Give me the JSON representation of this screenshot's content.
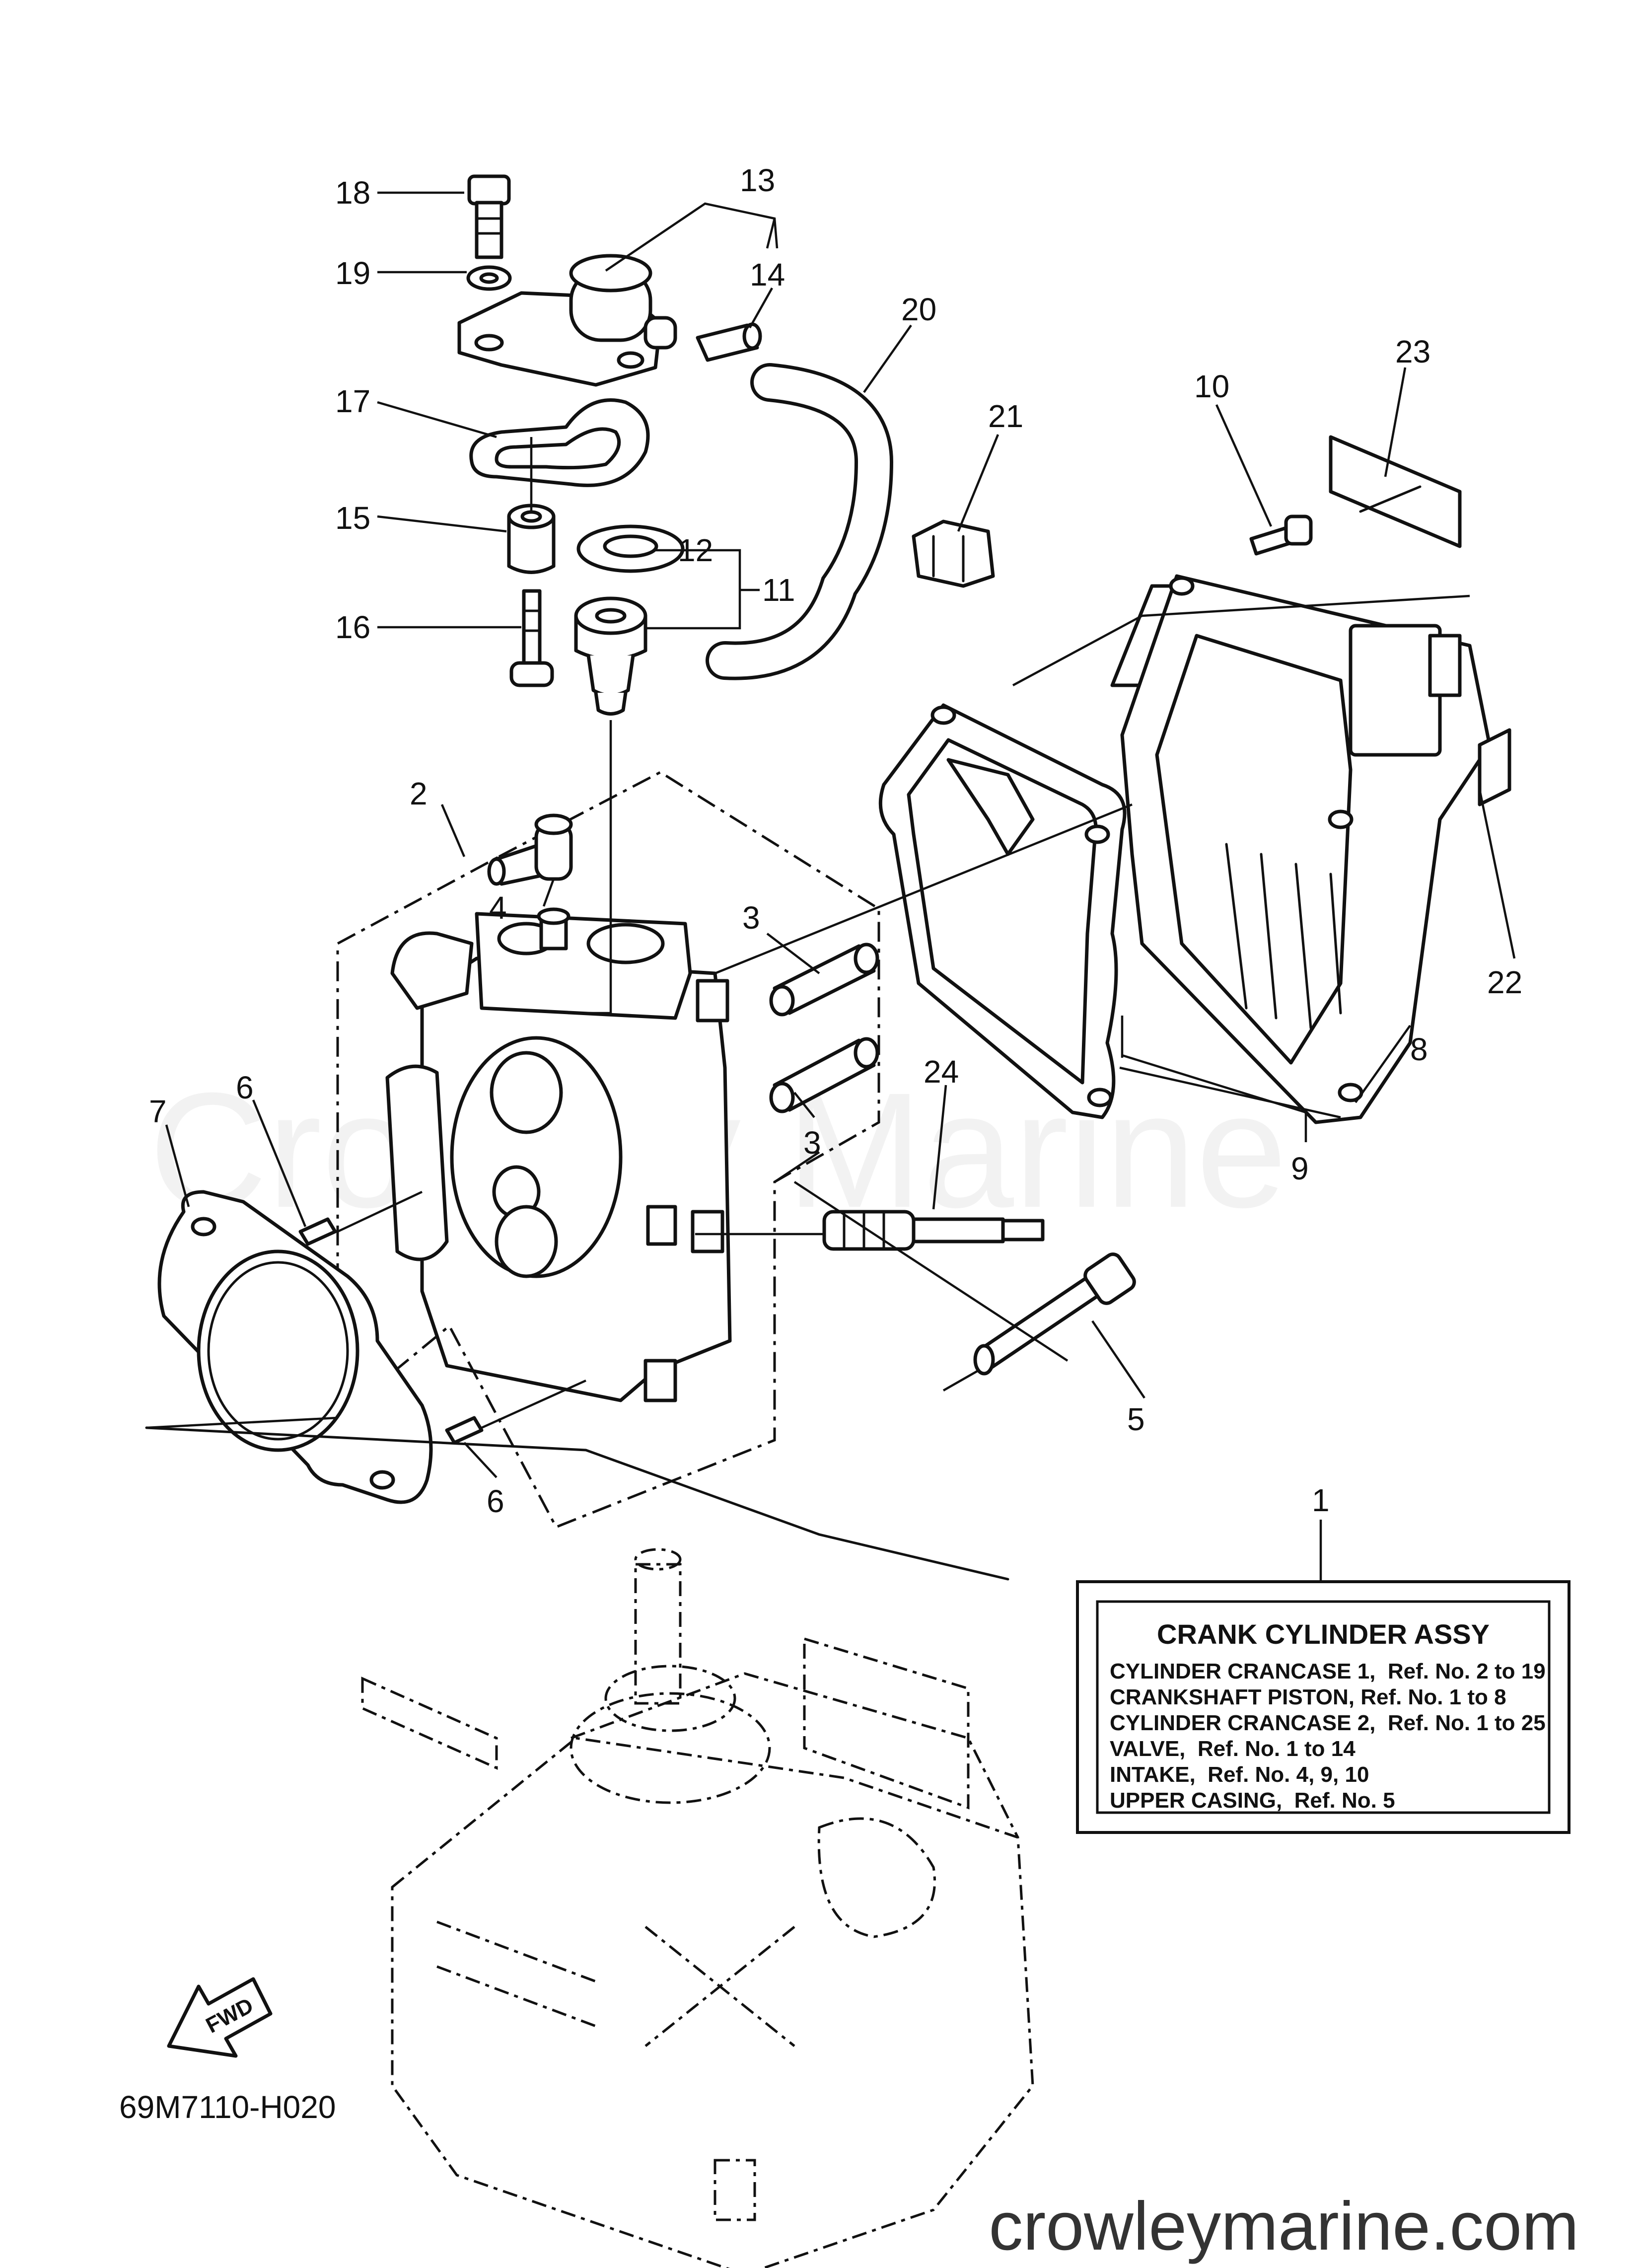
{
  "watermark": "Crowley Marine",
  "footer_url": "crowleymarine.com",
  "diagram_code": "69M7110-H020",
  "fwd_label": "FWD",
  "legend": {
    "title": "CRANK CYLINDER ASSY",
    "lines": [
      "CYLINDER CRANCASE 1,  Ref. No. 2 to 19",
      "CRANKSHAFT PISTON, Ref. No. 1 to 8",
      "CYLINDER CRANCASE 2,  Ref. No. 1 to 25",
      "VALVE,  Ref. No. 1 to 14",
      "INTAKE,  Ref. No. 4, 9, 10",
      "UPPER CASING,  Ref. No. 5"
    ]
  },
  "callouts": {
    "c1": "1",
    "c2": "2",
    "c3a": "3",
    "c3b": "3",
    "c4": "4",
    "c5": "5",
    "c6a": "6",
    "c6b": "6",
    "c7": "7",
    "c8": "8",
    "c9": "9",
    "c10": "10",
    "c11": "11",
    "c12": "12",
    "c13": "13",
    "c14": "14",
    "c15": "15",
    "c16": "16",
    "c17": "17",
    "c18": "18",
    "c19": "19",
    "c20": "20",
    "c21": "21",
    "c22": "22",
    "c23": "23",
    "c24": "24"
  }
}
